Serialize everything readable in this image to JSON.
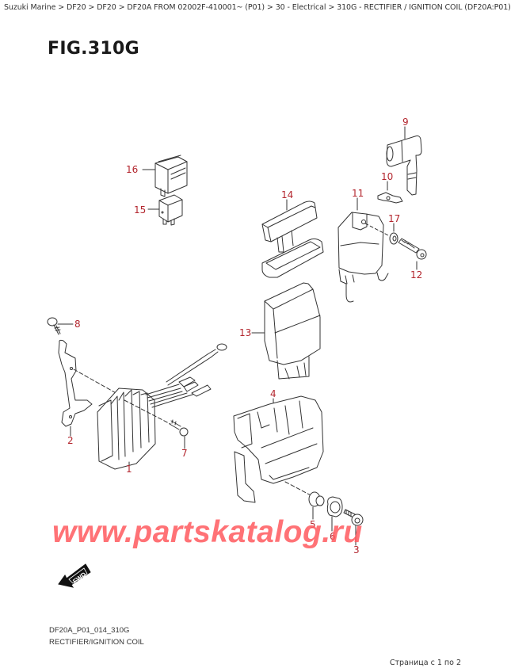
{
  "breadcrumb": {
    "text": "Suzuki Marine > DF20 > DF20 > DF20A FROM 02002F-410001~ (P01) > 30 - Electrical > 310G - RECTIFIER / IGNITION COIL (DF20A:P01)",
    "items": [
      "Suzuki Marine",
      "DF20",
      "DF20",
      "DF20A FROM 02002F-410001~ (P01)",
      "30 - Electrical",
      "310G - RECTIFIER / IGNITION COIL (DF20A:P01)"
    ]
  },
  "figure": {
    "title": "FIG.310G",
    "callout_color": "#b3262e",
    "callouts": [
      {
        "id": "1",
        "label": "1"
      },
      {
        "id": "2",
        "label": "2"
      },
      {
        "id": "3",
        "label": "3"
      },
      {
        "id": "4",
        "label": "4"
      },
      {
        "id": "5",
        "label": "5"
      },
      {
        "id": "6",
        "label": "6"
      },
      {
        "id": "7",
        "label": "7"
      },
      {
        "id": "8",
        "label": "8"
      },
      {
        "id": "9",
        "label": "9"
      },
      {
        "id": "10",
        "label": "10"
      },
      {
        "id": "11",
        "label": "11"
      },
      {
        "id": "12",
        "label": "12"
      },
      {
        "id": "13",
        "label": "13"
      },
      {
        "id": "14",
        "label": "14"
      },
      {
        "id": "15",
        "label": "15"
      },
      {
        "id": "16",
        "label": "16"
      },
      {
        "id": "17",
        "label": "17"
      }
    ],
    "fwd_label": "FWD",
    "drawing_code": "DF20A_P01_014_310G",
    "caption": "RECTIFIER/IGNITION COIL"
  },
  "watermark": {
    "text": "www.partskatalog.ru",
    "color": "#ff5a5f"
  },
  "footer": {
    "page_text": "Страница с 1 по 2"
  }
}
